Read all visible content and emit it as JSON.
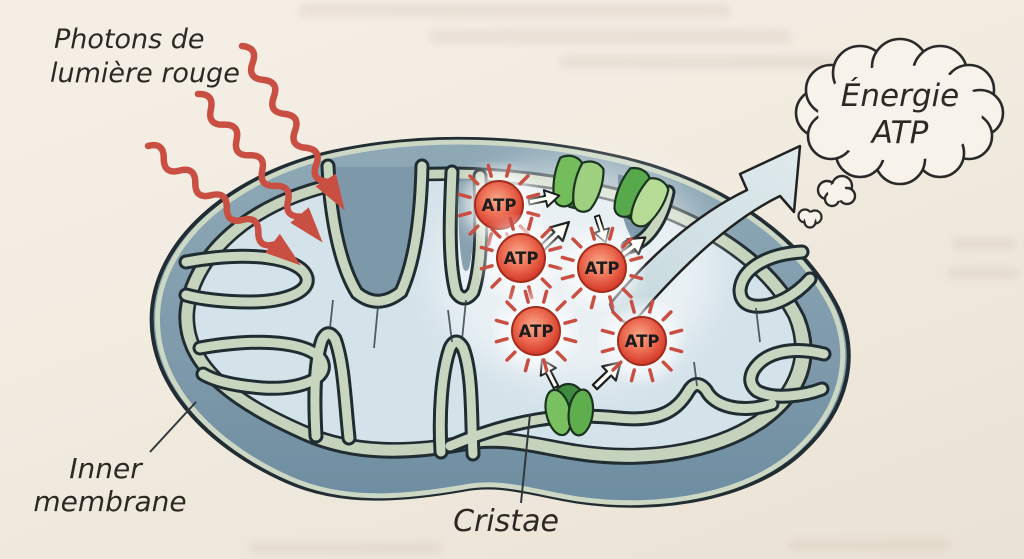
{
  "labels": {
    "photons": {
      "line1": "Photons de",
      "line2": "lumière rouge"
    },
    "inner_membrane": {
      "line1": "Inner",
      "line2": "membrane"
    },
    "cristae": "Cristae",
    "cloud": {
      "line1": "Énergie",
      "line2": "ATP"
    }
  },
  "molecules": {
    "atp_label": "ATP",
    "atp_count": 5
  },
  "colors": {
    "paper": "#f0eadf",
    "photon_arrow_red": "#c94f43",
    "atp_red": "#d8402e",
    "matrix_blue": "#d4e2ea",
    "inner_membrane_green": "#c6d3bc",
    "intermembrane_blue": "#7d98a9",
    "complex_green": "#6cb85a",
    "outline_dark": "#222d33"
  }
}
